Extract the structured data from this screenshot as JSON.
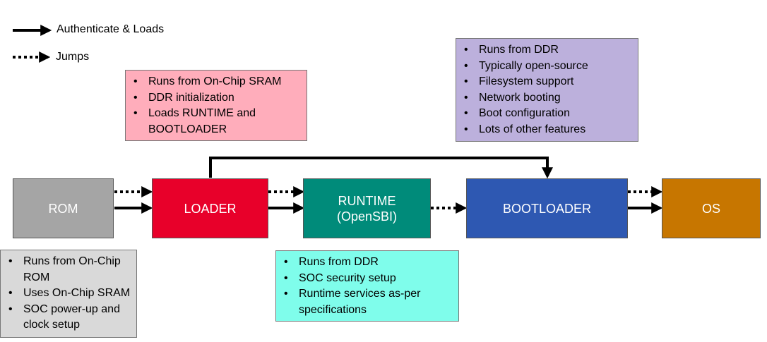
{
  "legend": {
    "solid_label": "Authenticate & Loads",
    "dotted_label": "Jumps"
  },
  "stages": {
    "rom": {
      "label": "ROM",
      "color": "#a5a5a5"
    },
    "loader": {
      "label": "LOADER",
      "color": "#e8002a"
    },
    "runtime": {
      "label_line1": "RUNTIME",
      "label_line2": "(OpenSBI)",
      "color": "#008b7a"
    },
    "bootloader": {
      "label": "BOOTLOADER",
      "color": "#2e58b2"
    },
    "os": {
      "label": "OS",
      "color": "#c77600"
    }
  },
  "notes": {
    "rom": {
      "color": "#d9d9d9",
      "items": [
        "Runs from On-Chip",
        "ROM",
        "Uses On-Chip SRAM",
        "SOC power-up and",
        "clock setup"
      ]
    },
    "loader": {
      "color": "#ffadbb",
      "items": [
        "Runs from On-Chip SRAM",
        "DDR initialization",
        "Loads RUNTIME and",
        "BOOTLOADER"
      ]
    },
    "runtime": {
      "color": "#7ffdeb",
      "items": [
        "Runs from DDR",
        "SOC security setup",
        "Runtime services as-per",
        "specifications"
      ]
    },
    "bootloader": {
      "color": "#bcb0dc",
      "items": [
        "Runs from DDR",
        "Typically open-source",
        "Filesystem support",
        "Network booting",
        "Boot configuration",
        "Lots of other features"
      ]
    }
  }
}
